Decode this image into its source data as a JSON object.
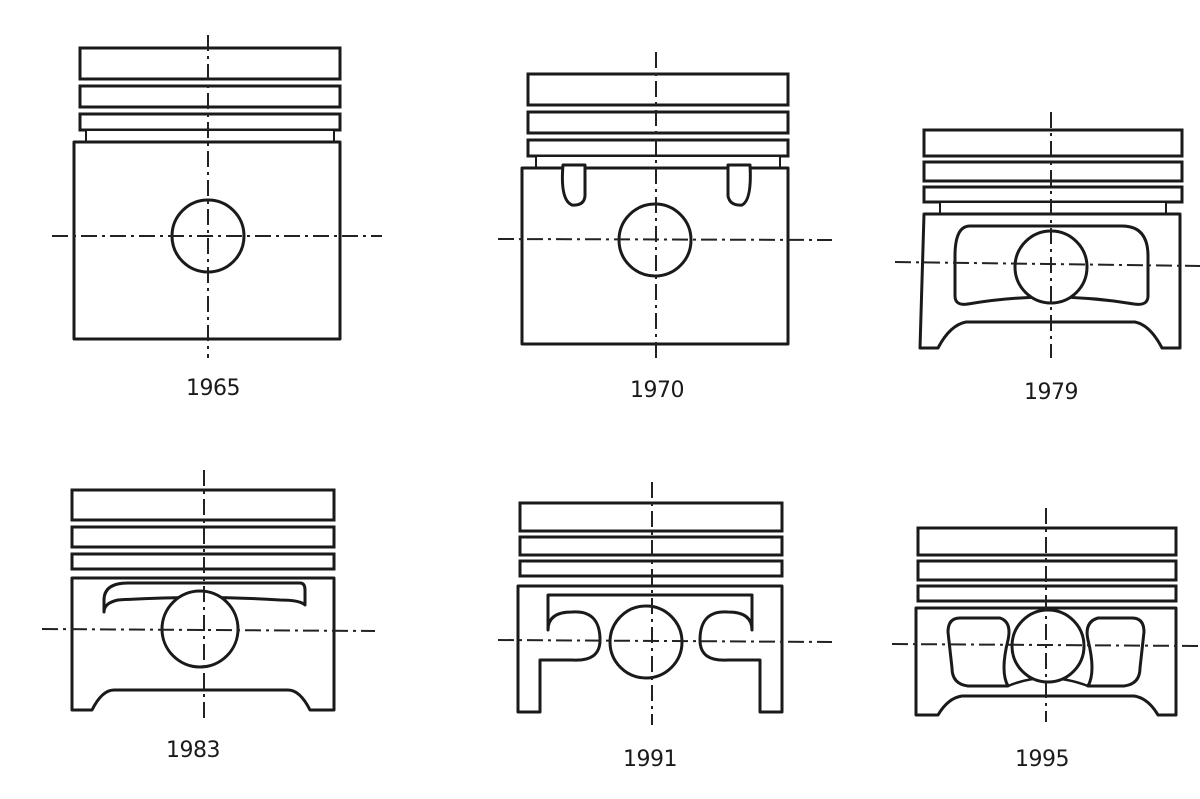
{
  "figure": {
    "pistons": [
      {
        "year": "1965"
      },
      {
        "year": "1970"
      },
      {
        "year": "1979"
      },
      {
        "year": "1983"
      },
      {
        "year": "1991"
      },
      {
        "year": "1995"
      }
    ]
  }
}
